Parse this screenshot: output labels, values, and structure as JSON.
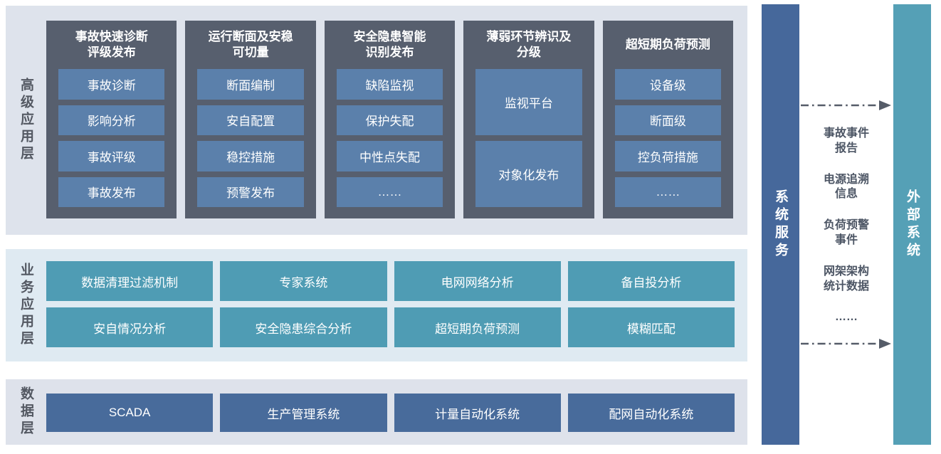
{
  "colors": {
    "top_layer_bg": "#dee3ec",
    "mid_layer_bg": "#dfeaf2",
    "bottom_layer_bg": "#dee2eb",
    "app_column_bg": "#575f6e",
    "app_item_bg": "#5b80ab",
    "business_box_bg": "#4f9cb4",
    "data_box_bg": "#486b9b",
    "system_service_bar_bg": "#46689b",
    "external_system_bar_bg": "#55a0b6",
    "layer_label_text": "#535862",
    "exchange_text": "#4d5665",
    "arrow": "#555c68",
    "box_text": "#ffffff"
  },
  "layers": [
    {
      "label": "高级应用层",
      "columns": [
        {
          "title": "事故快速诊断\n评级发布",
          "items": [
            "事故诊断",
            "影响分析",
            "事故评级",
            "事故发布"
          ]
        },
        {
          "title": "运行断面及安稳\n可切量",
          "items": [
            "断面编制",
            "安自配置",
            "稳控措施",
            "预警发布"
          ]
        },
        {
          "title": "安全隐患智能\n识别发布",
          "items": [
            "缺陷监视",
            "保护失配",
            "中性点失配",
            "……"
          ]
        },
        {
          "title": "薄弱环节辨识及\n分级",
          "items": [
            "监视平台",
            "对象化发布"
          ]
        },
        {
          "title": "超短期负荷预测",
          "items": [
            "设备级",
            "断面级",
            "控负荷措施",
            "……"
          ]
        }
      ]
    },
    {
      "label": "业务应用层",
      "rows": [
        [
          "数据清理过滤机制",
          "专家系统",
          "电网网络分析",
          "备自投分析"
        ],
        [
          "安自情况分析",
          "安全隐患综合分析",
          "超短期负荷预测",
          "模糊匹配"
        ]
      ]
    },
    {
      "label": "数据层",
      "boxes": [
        "SCADA",
        "生产管理系统",
        "计量自动化系统",
        "配网自动化系统"
      ]
    }
  ],
  "right": {
    "system_service_label": "系统服务",
    "external_system_label": "外部系统",
    "exchange_items": [
      "事故事件\n报告",
      "电源追溯\n信息",
      "负荷预警\n事件",
      "网架架构\n统计数据",
      "……"
    ]
  }
}
